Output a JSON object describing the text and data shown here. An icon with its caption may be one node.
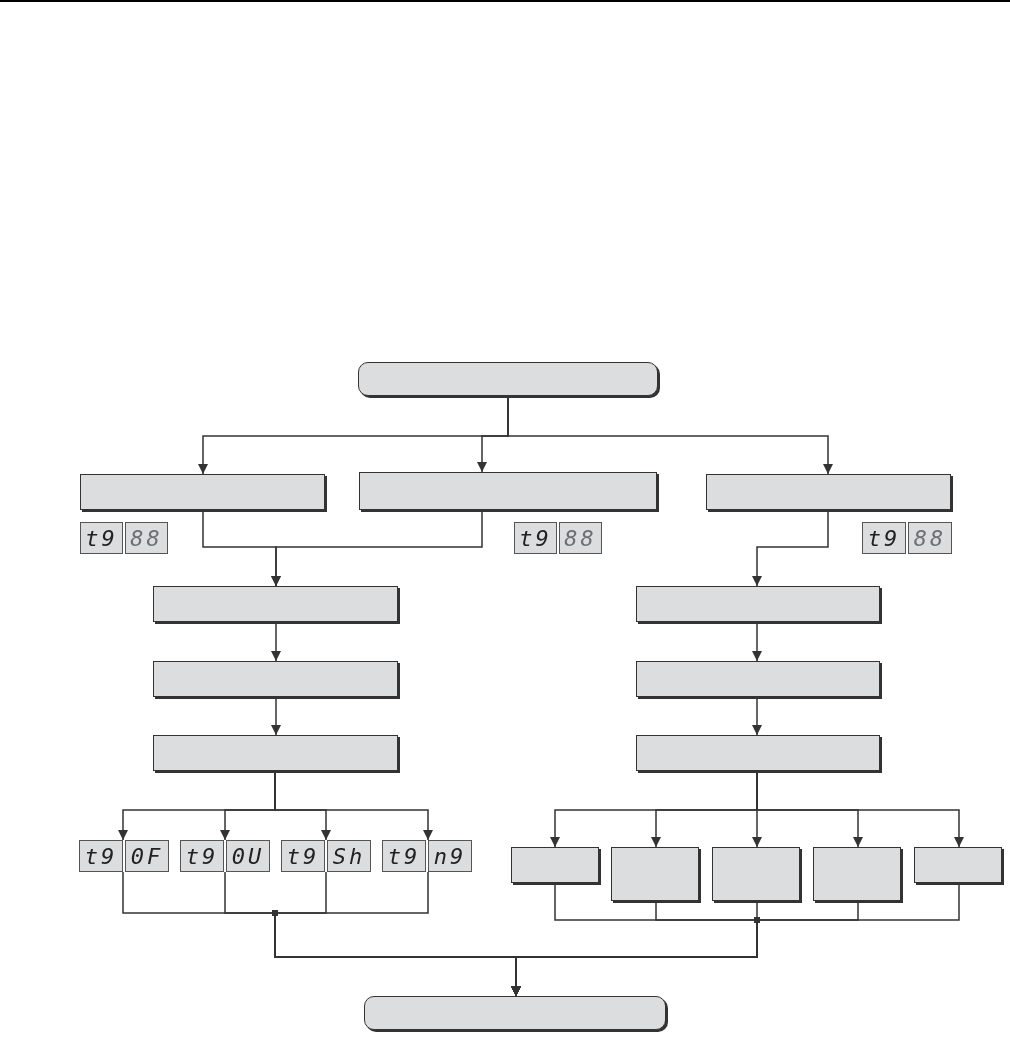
{
  "diagram": {
    "nodes": [
      {
        "text": [],
        "shape": "box"
      },
      {
        "text": [],
        "shape": "box"
      },
      {
        "text": [],
        "shape": "box"
      },
      {
        "text": [],
        "shape": "box"
      },
      {
        "text": [
          "t9",
          "88"
        ]
      },
      {
        "text": [
          "t9",
          "88"
        ]
      },
      {
        "text": [
          "t9",
          "88"
        ]
      },
      {
        "text": [],
        "shape": "box"
      },
      {
        "text": [],
        "shape": "box"
      },
      {
        "text": [],
        "shape": "box"
      },
      {
        "text": [],
        "shape": "box"
      },
      {
        "text": [],
        "shape": "box"
      },
      {
        "text": [],
        "shape": "box"
      },
      {
        "text": [
          "t9",
          "0F"
        ]
      },
      {
        "text": [
          "t9",
          "0U"
        ]
      },
      {
        "text": [
          "t9",
          "Sh"
        ]
      },
      {
        "text": [
          "t9",
          "n9"
        ]
      },
      {
        "text": [],
        "shape": "box"
      },
      {
        "text": [],
        "shape": "box"
      },
      {
        "text": [],
        "shape": "box"
      },
      {
        "text": [],
        "shape": "box"
      },
      {
        "text": [],
        "shape": "box"
      },
      {
        "text": [],
        "shape": "box"
      }
    ],
    "edges": [
      {
        "from": 0,
        "to": 1,
        "arrow": "to"
      },
      {
        "from": 0,
        "to": 2,
        "arrow": "to"
      },
      {
        "from": 0,
        "to": 3,
        "arrow": "to"
      },
      {
        "from": 1,
        "to": 7,
        "arrow": "to"
      },
      {
        "from": 2,
        "to": 7,
        "arrow": "to"
      },
      {
        "from": 3,
        "to": 8,
        "arrow": "to"
      },
      {
        "from": 7,
        "to": 9,
        "arrow": "to"
      },
      {
        "from": 9,
        "to": 11,
        "arrow": "to"
      },
      {
        "from": 8,
        "to": 10,
        "arrow": "to"
      },
      {
        "from": 10,
        "to": 12,
        "arrow": "to"
      },
      {
        "from": 11,
        "to": 13,
        "arrow": "to"
      },
      {
        "from": 11,
        "to": 14,
        "arrow": "to"
      },
      {
        "from": 11,
        "to": 15,
        "arrow": "to"
      },
      {
        "from": 11,
        "to": 16,
        "arrow": "to"
      },
      {
        "from": 12,
        "to": 17,
        "arrow": "to"
      },
      {
        "from": 12,
        "to": 18,
        "arrow": "to"
      },
      {
        "from": 12,
        "to": 19,
        "arrow": "to"
      },
      {
        "from": 12,
        "to": 20,
        "arrow": "to"
      },
      {
        "from": 12,
        "to": 21,
        "arrow": "to"
      },
      {
        "from": 13,
        "to": 22,
        "arrow": "to"
      },
      {
        "from": 14,
        "to": 22,
        "arrow": "to"
      },
      {
        "from": 15,
        "to": 22,
        "arrow": "to"
      },
      {
        "from": 16,
        "to": 22,
        "arrow": "to"
      },
      {
        "from": 17,
        "to": 22,
        "arrow": "to"
      },
      {
        "from": 18,
        "to": 22,
        "arrow": "to"
      },
      {
        "from": 19,
        "to": 22,
        "arrow": "to"
      },
      {
        "from": 20,
        "to": 22,
        "arrow": "to"
      },
      {
        "from": 21,
        "to": 22,
        "arrow": "to"
      }
    ]
  }
}
